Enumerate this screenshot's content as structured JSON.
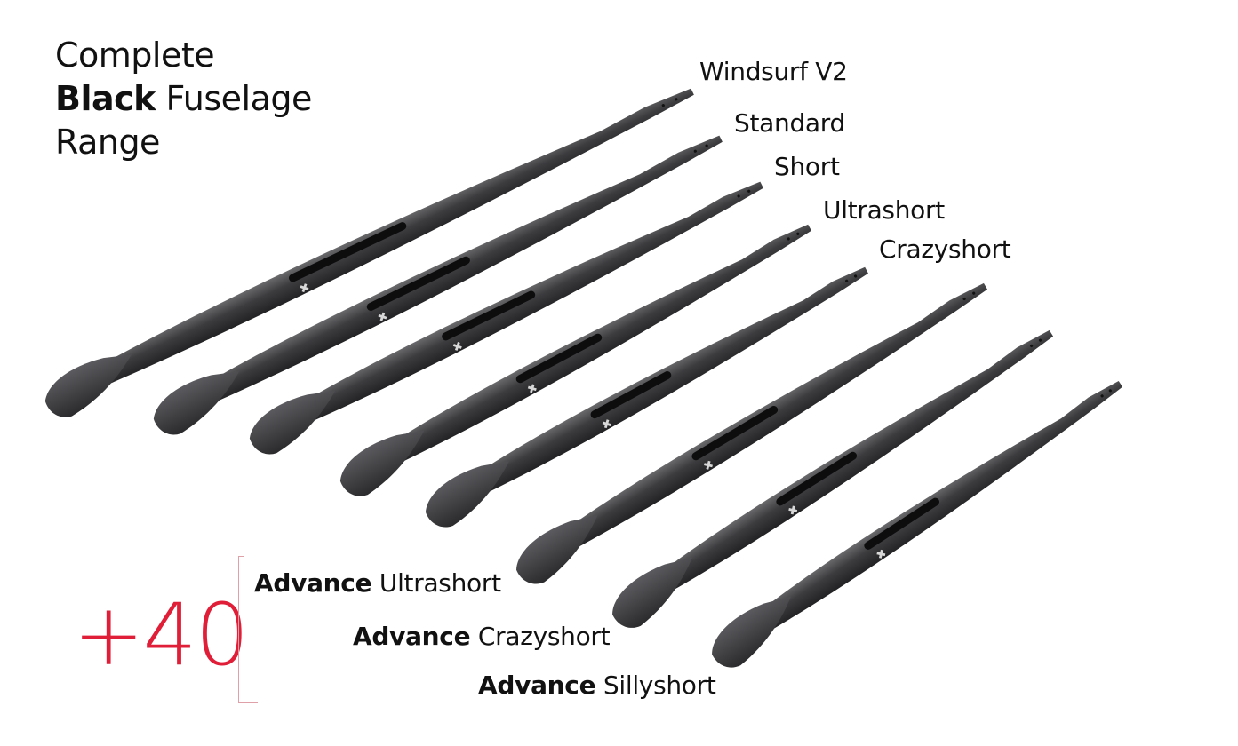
{
  "heading": {
    "line1": "Complete",
    "line2_bold": "Black",
    "line2_rest": " Fuselage",
    "line3": "Range"
  },
  "models": [
    {
      "name": "Windsurf V2"
    },
    {
      "name": "Standard"
    },
    {
      "name": "Short"
    },
    {
      "name": "Ultrashort"
    },
    {
      "name": "Crazyshort"
    },
    {
      "prefix": "Advance",
      "name": " Ultrashort"
    },
    {
      "prefix": "Advance",
      "name": " Crazyshort"
    },
    {
      "prefix": "Advance",
      "name": " Sillyshort"
    }
  ],
  "count_badge": "+40",
  "colors": {
    "accent": "#e01e37",
    "fuselage": "#3b3b3d",
    "fuselage_highlight": "#5a5a5d",
    "text": "#111111"
  },
  "logo_icon": "axis-logo-icon"
}
